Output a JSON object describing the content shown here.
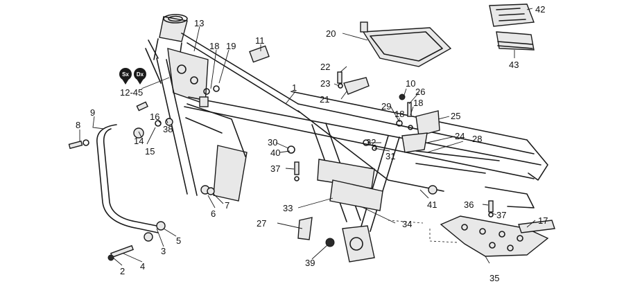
{
  "badges": [
    {
      "id": "sx",
      "text": "Sx"
    },
    {
      "id": "dx",
      "text": "Dx"
    }
  ],
  "callouts": [
    {
      "id": "c1",
      "text": "1"
    },
    {
      "id": "c2",
      "text": "2"
    },
    {
      "id": "c3",
      "text": "3"
    },
    {
      "id": "c4",
      "text": "4"
    },
    {
      "id": "c5",
      "text": "5"
    },
    {
      "id": "c6",
      "text": "6"
    },
    {
      "id": "c7",
      "text": "7"
    },
    {
      "id": "c8",
      "text": "8"
    },
    {
      "id": "c9",
      "text": "9"
    },
    {
      "id": "c10",
      "text": "10"
    },
    {
      "id": "c11",
      "text": "11"
    },
    {
      "id": "c12",
      "text": "12-45"
    },
    {
      "id": "c13",
      "text": "13"
    },
    {
      "id": "c14",
      "text": "14"
    },
    {
      "id": "c15",
      "text": "15"
    },
    {
      "id": "c16",
      "text": "16"
    },
    {
      "id": "c17",
      "text": "17"
    },
    {
      "id": "c18a",
      "text": "18"
    },
    {
      "id": "c18b",
      "text": "18"
    },
    {
      "id": "c18c",
      "text": "18"
    },
    {
      "id": "c19",
      "text": "19"
    },
    {
      "id": "c20",
      "text": "20"
    },
    {
      "id": "c21",
      "text": "21"
    },
    {
      "id": "c22",
      "text": "22"
    },
    {
      "id": "c23",
      "text": "23"
    },
    {
      "id": "c24",
      "text": "24"
    },
    {
      "id": "c25",
      "text": "25"
    },
    {
      "id": "c26",
      "text": "26"
    },
    {
      "id": "c27",
      "text": "27"
    },
    {
      "id": "c28",
      "text": "28"
    },
    {
      "id": "c29",
      "text": "29"
    },
    {
      "id": "c30",
      "text": "30"
    },
    {
      "id": "c31",
      "text": "31"
    },
    {
      "id": "c32",
      "text": "32"
    },
    {
      "id": "c33",
      "text": "33"
    },
    {
      "id": "c34",
      "text": "34"
    },
    {
      "id": "c35",
      "text": "35"
    },
    {
      "id": "c36",
      "text": "36"
    },
    {
      "id": "c37a",
      "text": "37"
    },
    {
      "id": "c37b",
      "text": "37"
    },
    {
      "id": "c38",
      "text": "38"
    },
    {
      "id": "c39",
      "text": "39"
    },
    {
      "id": "c40",
      "text": "40"
    },
    {
      "id": "c41",
      "text": "41"
    },
    {
      "id": "c42",
      "text": "42"
    },
    {
      "id": "c43",
      "text": "43"
    }
  ]
}
